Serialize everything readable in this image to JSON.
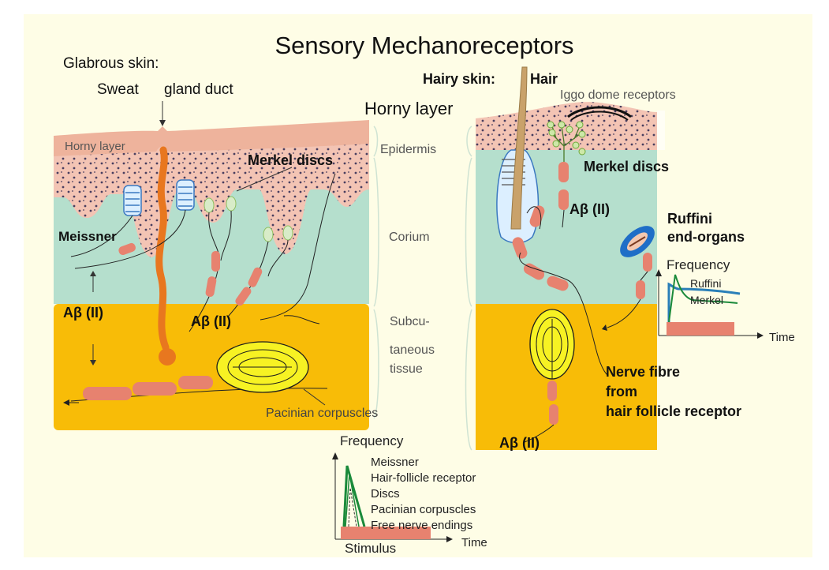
{
  "title": "Sensory Mechanoreceptors",
  "glabrous": {
    "heading": "Glabrous skin:",
    "sweat": "Sweat",
    "gland_duct": "gland duct",
    "horny_layer": "Horny layer",
    "merkel_discs": "Merkel discs",
    "meissner": "Meissner",
    "abeta_left": "Aβ (II)",
    "abeta_center": "Aβ (II)",
    "pacinian": "Pacinian corpuscles"
  },
  "layers": {
    "horny_layer": "Horny layer",
    "epidermis": "Epidermis",
    "corium": "Corium",
    "subcutaneous_1": "Subcu-",
    "subcutaneous_2": "taneous",
    "subcutaneous_3": "tissue"
  },
  "hairy": {
    "heading": "Hairy skin:",
    "hair": "Hair",
    "iggo": "Iggo dome receptors",
    "merkel_discs": "Merkel discs",
    "abeta_upper": "Aβ (II)",
    "ruffini_1": "Ruffini",
    "ruffini_2": "end-organs",
    "nerve_1": "Nerve fibre",
    "nerve_2": "from",
    "nerve_3": "hair follicle receptor",
    "abeta_lower": "Aβ (II)"
  },
  "graph_right": {
    "ylabel": "Frequency",
    "xlabel": "Time",
    "series_1": "Ruffini",
    "series_2": "Merkel"
  },
  "graph_bottom": {
    "ylabel": "Frequency",
    "xlabel": "Time",
    "stimulus": "Stimulus",
    "legend": [
      "Meissner",
      "Hair-follicle receptor",
      "Discs",
      "Pacinian corpuscles",
      "Free nerve endings"
    ]
  },
  "colors": {
    "background": "#fefde6",
    "horny": "#eeb39c",
    "epidermis": "#f3c4b4",
    "corium": "#b5dfcd",
    "subcutaneous": "#f8bc07",
    "nerve_segment": "#e7826f",
    "sweat_duct": "#e8771f",
    "pacinian": "#f7f223",
    "ruffini": "#1f6ec7",
    "graph_green": "#1a8a3a",
    "graph_blue": "#2a7fb8"
  }
}
